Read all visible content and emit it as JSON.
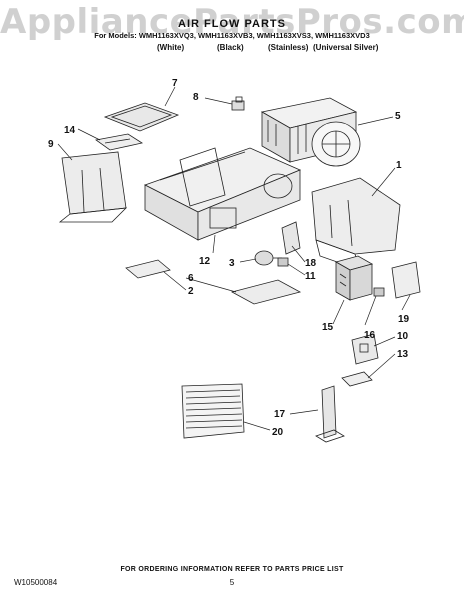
{
  "watermark": "AppliancePartsPros.com",
  "header": {
    "title": "AIR FLOW PARTS",
    "models": "For Models: WMH1163XVQ3, WMH1163XVB3, WMH1163XVS3, WMH1163XVD3",
    "finishes": [
      "(White)",
      "(Black)",
      "(Stainless)",
      "(Universal Silver)"
    ]
  },
  "callouts": [
    "7",
    "8",
    "5",
    "14",
    "9",
    "1",
    "12",
    "3",
    "18",
    "11",
    "2",
    "6",
    "19",
    "15",
    "16",
    "10",
    "13",
    "17",
    "20"
  ],
  "footer": {
    "doc_number": "W10500084",
    "ordering_info": "FOR ORDERING INFORMATION REFER TO PARTS PRICE LIST",
    "page_number": "5"
  }
}
